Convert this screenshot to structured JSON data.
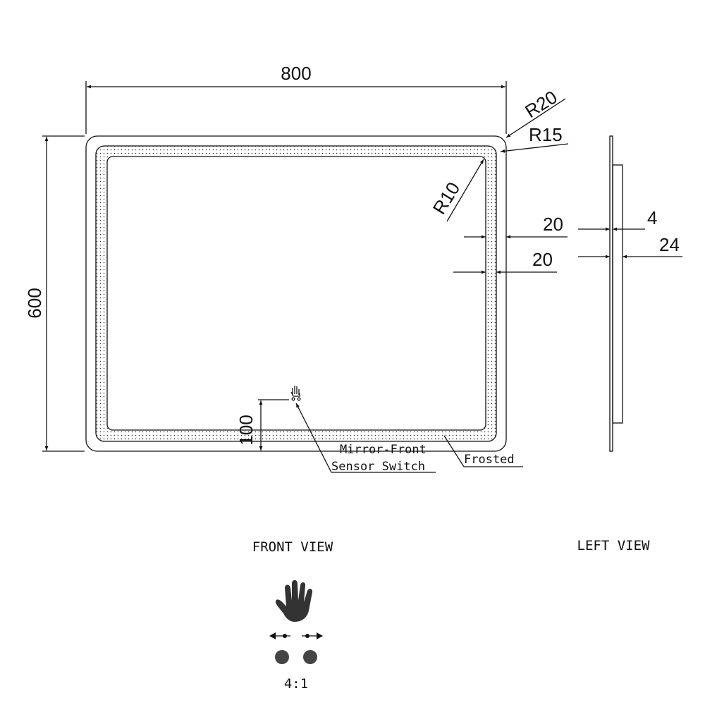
{
  "dimensions": {
    "width": "800",
    "height": "600",
    "outer_radius": "R20",
    "frosted_radius": "R15",
    "inner_radius": "R10",
    "frosted_band_outer": "20",
    "frosted_band_width": "20",
    "sensor_height": "100",
    "glass_thickness": "4",
    "total_depth": "24"
  },
  "labels": {
    "mirror_front": "Mirror-Front",
    "sensor_switch": "Sensor Switch",
    "frosted": "Frosted"
  },
  "views": {
    "front": "FRONT VIEW",
    "left": "LEFT VIEW"
  },
  "detail": {
    "icon": "hand-sensor-icon",
    "scale": "4:1"
  }
}
